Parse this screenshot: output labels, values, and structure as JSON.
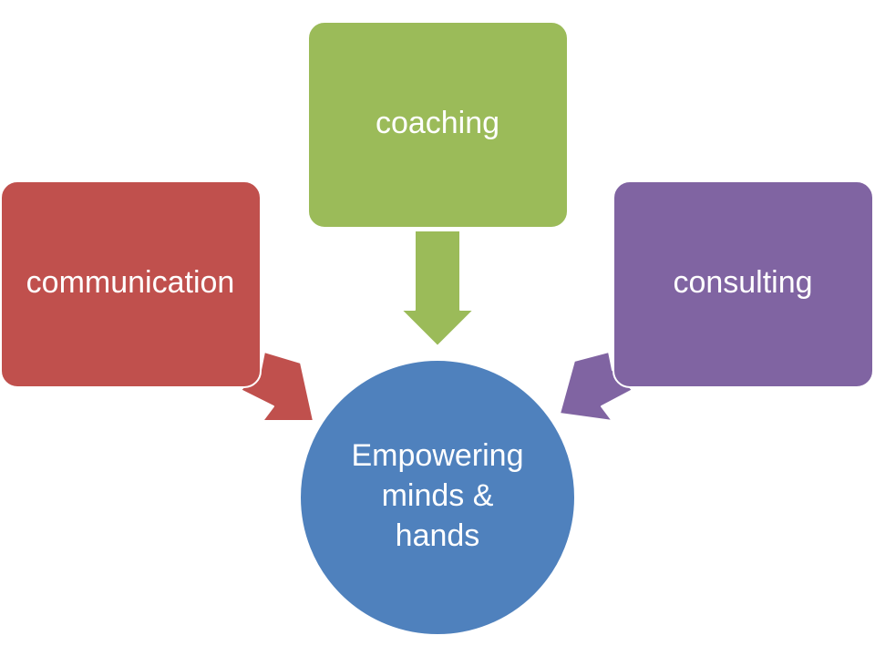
{
  "diagram": {
    "boxes": {
      "communication": {
        "label": "communication",
        "color": "#C0504D",
        "border": "#ffffff"
      },
      "coaching": {
        "label": "coaching",
        "color": "#9BBB59",
        "border": "#ffffff"
      },
      "consulting": {
        "label": "consulting",
        "color": "#8064A2",
        "border": "#ffffff"
      }
    },
    "center": {
      "lines": [
        "Empowering",
        "minds &",
        "hands"
      ],
      "color": "#4F81BD",
      "border": "#ffffff"
    }
  }
}
